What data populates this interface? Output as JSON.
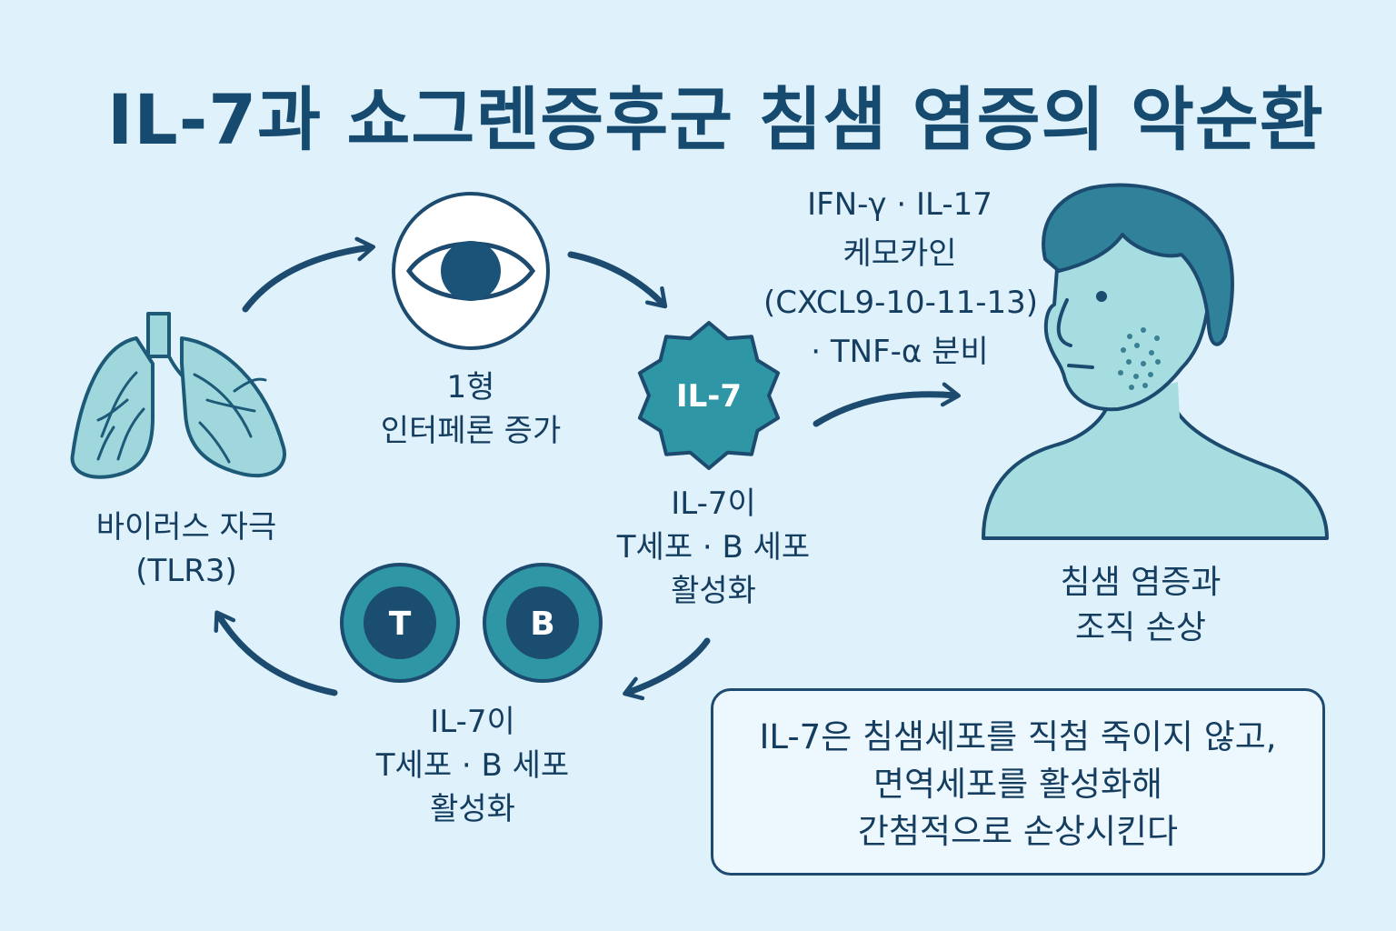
{
  "title": "IL-7과 쇼그렌증후군 침샘 염증의 악순환",
  "nodes": {
    "virus": {
      "lines": [
        "바이러스 자극",
        "(TLR3)"
      ]
    },
    "interferon": {
      "lines": [
        "1형",
        "인터페론 증가"
      ]
    },
    "il7_badge": "IL-7",
    "il7_activation": {
      "lines": [
        "IL-7이",
        "T세포 · B 세포",
        "활성화"
      ]
    },
    "tb_activation": {
      "lines": [
        "IL-7이",
        "T세포 · B 세포",
        "활성화"
      ]
    },
    "cells": {
      "t_label": "T",
      "b_label": "B"
    },
    "cytokines": {
      "lines": [
        "IFN-γ · IL-17",
        "케모카인",
        "(CXCL9-10-11-13)",
        "· TNF-α 분비"
      ]
    },
    "damage": {
      "lines": [
        "침샘 염증과",
        "조직 손상"
      ]
    }
  },
  "note": {
    "lines": [
      "IL-7은 침샘세포를 직첨 죽이지 않고,",
      "면역세포를 활성화해",
      "간첨적으로 손상시킨다"
    ]
  },
  "colors": {
    "background": "#dff2fb",
    "dark_navy": "#164a6e",
    "teal": "#2f96a5",
    "light_teal": "#a6dde1",
    "lung_fill": "#9fd7dc"
  },
  "icons": [
    "lungs-icon",
    "eye-icon",
    "il7-virus-icon",
    "t-cell-icon",
    "b-cell-icon",
    "person-icon"
  ]
}
